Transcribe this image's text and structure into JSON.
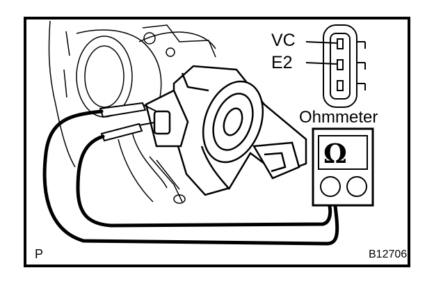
{
  "labels": {
    "vc": "VC",
    "e2": "E2",
    "ohmmeter": "Ohmmeter",
    "omega": "Ω",
    "panel": "P",
    "figure_id": "B12706"
  },
  "icons": {
    "sensor": "throttle-position-sensor-icon",
    "connector": "sensor-connector-icon",
    "meter": "ohmmeter-icon"
  },
  "colors": {
    "line": "#000000",
    "background": "#ffffff"
  }
}
